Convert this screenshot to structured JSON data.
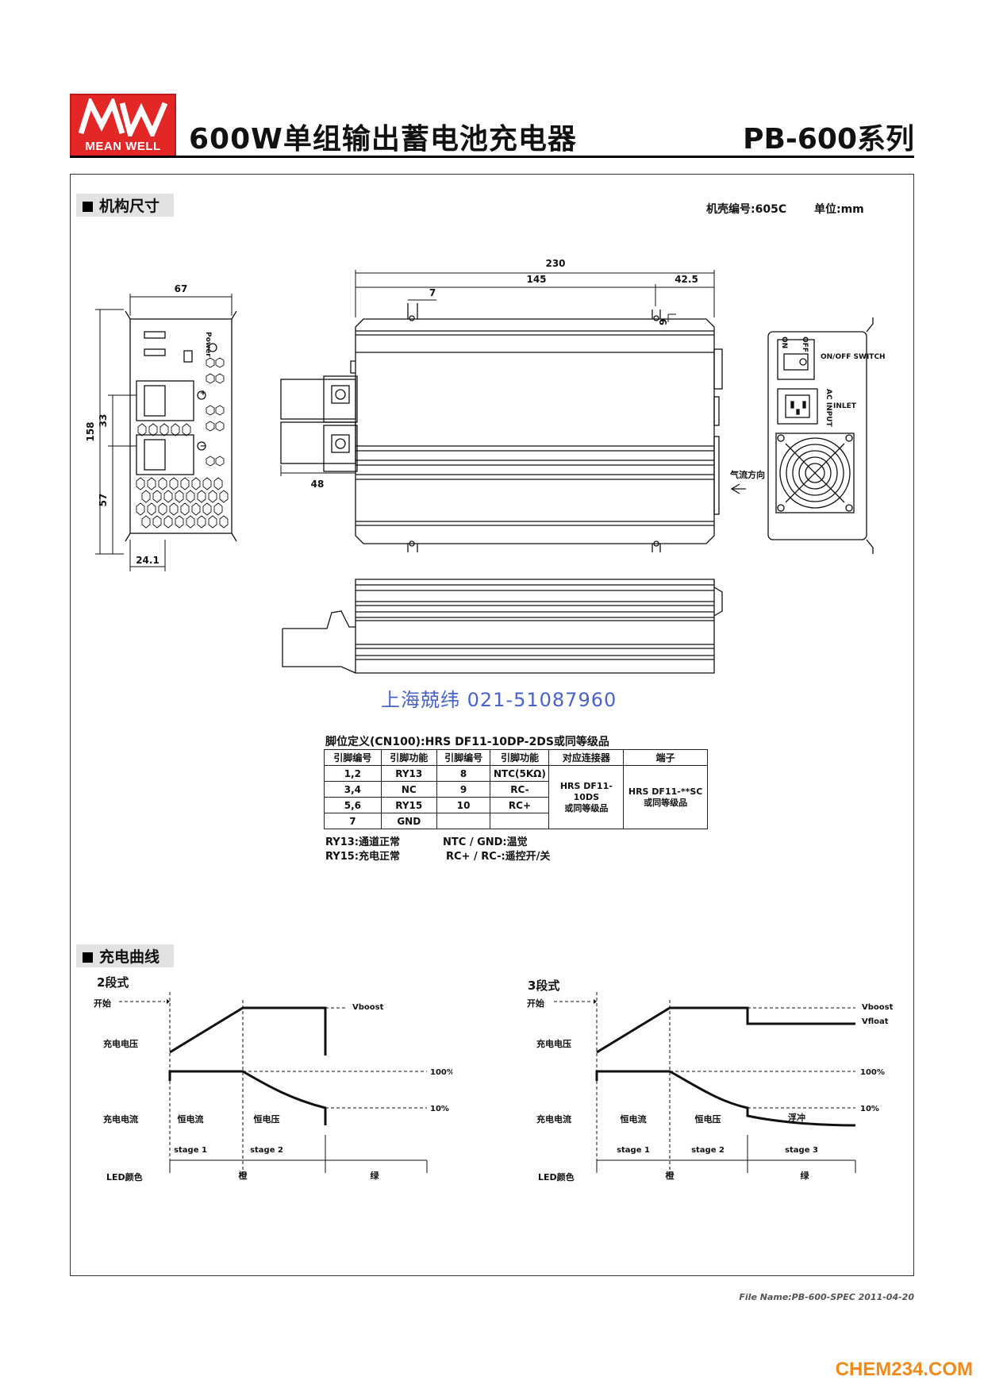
{
  "header": {
    "brand": "MEAN WELL",
    "title": "600W单组输出蓄电池充电器",
    "series": "PB-600系列"
  },
  "mech": {
    "section_title": "机构尺寸",
    "case_info": "机壳编号:605C",
    "unit": "单位:mm",
    "dims": {
      "d230": "230",
      "d145": "145",
      "d42_5": "42.5",
      "d7": "7",
      "d9": "9",
      "d48": "48",
      "d67": "67",
      "d158": "158",
      "d33": "33",
      "d57": "57",
      "d24_1": "24.1"
    },
    "labels": {
      "power": "Power",
      "on": "ON",
      "off": "OFF",
      "onoff_switch": "ON/OFF SWITCH",
      "ac_input": "AC INPUT",
      "inlet": "INLET",
      "airflow": "气流方向",
      "plus": "+",
      "minus": "−"
    }
  },
  "watermark": "上海兢纬  021-51087960",
  "pin": {
    "caption": "脚位定义(CN100):HRS DF11-10DP-2DS或同等级品",
    "headers": [
      "引脚编号",
      "引脚功能",
      "引脚编号",
      "引脚功能",
      "对应连接器",
      "端子"
    ],
    "rows": [
      [
        "1,2",
        "RY13",
        "8",
        "NTC(5KΩ)"
      ],
      [
        "3,4",
        "NC",
        "9",
        "RC-"
      ],
      [
        "5,6",
        "RY15",
        "10",
        "RC+"
      ],
      [
        "7",
        "GND",
        "",
        ""
      ]
    ],
    "connector": [
      "HRS DF11-10DS",
      "或同等级品"
    ],
    "terminal": [
      "HRS DF11-**SC",
      "或同等级品"
    ],
    "notes": [
      "RY13:通道正常",
      "RY15:充电正常",
      "NTC / GND:温觉",
      "RC+ / RC-:遥控开/关"
    ]
  },
  "curve": {
    "section_title": "充电曲线",
    "two_stage": {
      "title": "2段式",
      "start": "开始",
      "voltage": "充电电压",
      "current": "充电电流",
      "vboost": "Vboost",
      "p100": "100%",
      "p10": "10%",
      "cc": "恒电流",
      "cv": "恒电压",
      "stage1": "stage 1",
      "stage2": "stage 2",
      "led": "LED颜色",
      "orange": "橙",
      "green": "绿"
    },
    "three_stage": {
      "title": "3段式",
      "start": "开始",
      "voltage": "充电电压",
      "current": "充电电流",
      "vboost": "Vboost",
      "vfloat": "Vfloat",
      "p100": "100%",
      "p10": "10%",
      "cc": "恒电流",
      "cv": "恒电压",
      "float": "浮冲",
      "stage1": "stage 1",
      "stage2": "stage 2",
      "stage3": "stage 3",
      "led": "LED颜色",
      "orange": "橙",
      "green": "绿"
    }
  },
  "footer": "File Name:PB-600-SPEC   2011-04-20",
  "corner_logo": "CHEM234.COM",
  "colors": {
    "logo_red": "#e32626",
    "watermark_blue": "#4a63c9",
    "corner_orange": "#f28a1a"
  }
}
